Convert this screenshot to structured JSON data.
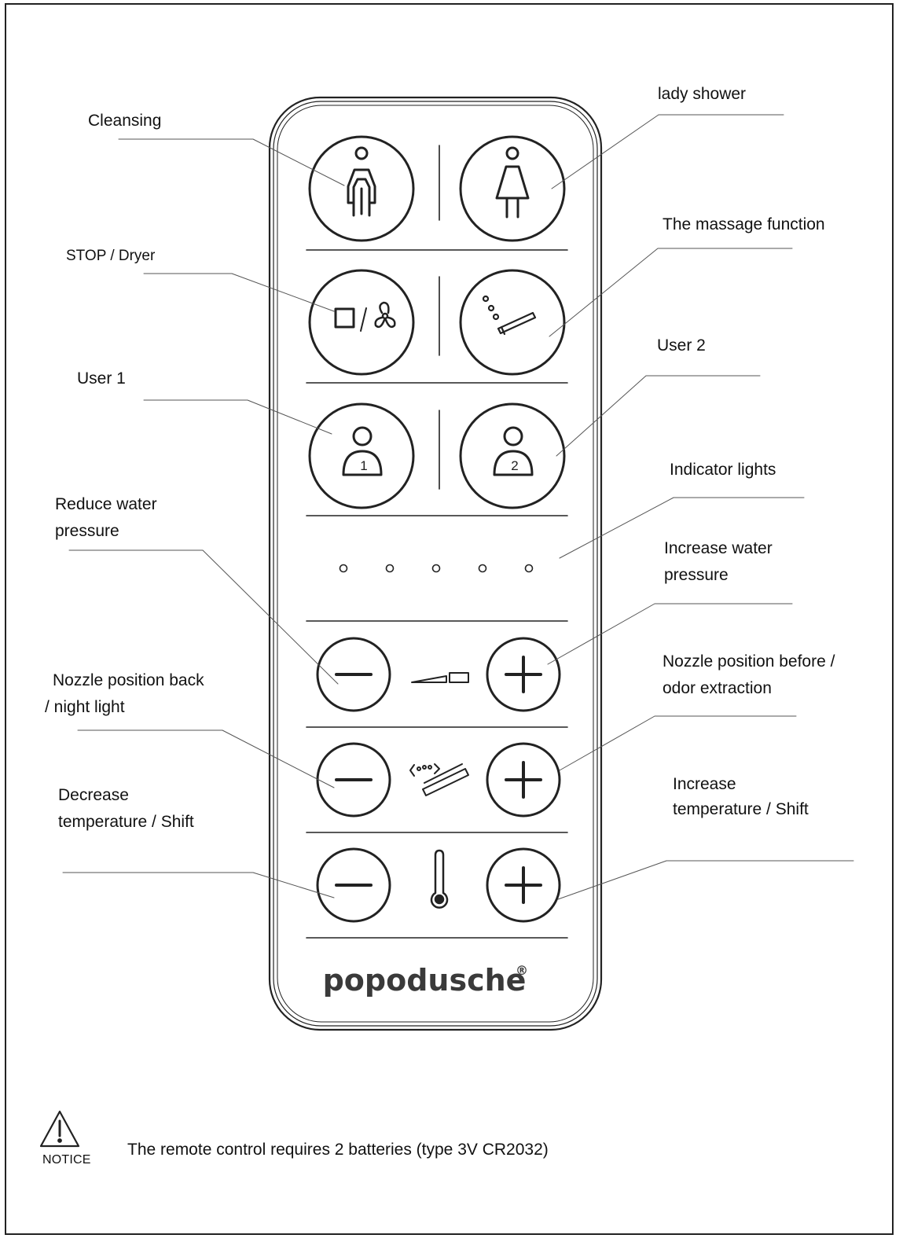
{
  "labels": {
    "cleansing": "Cleansing",
    "lady_shower": "lady shower",
    "stop_dryer": "STOP / Dryer",
    "massage": "The massage function",
    "user1": "User 1",
    "user2": "User 2",
    "indicator": "Indicator lights",
    "reduce_pressure_1": "Reduce water",
    "reduce_pressure_2": "pressure",
    "increase_pressure_1": "Increase water",
    "increase_pressure_2": "pressure",
    "nozzle_back_1": "Nozzle position back",
    "nozzle_back_2": "/ night light",
    "nozzle_before_1": "Nozzle position before /",
    "nozzle_before_2": "odor extraction",
    "decrease_temp_1": "Decrease",
    "decrease_temp_2": "temperature /  Shift",
    "increase_temp_1": "Increase",
    "increase_temp_2": "temperature /  Shift"
  },
  "buttons": {
    "user1_number": "1",
    "user2_number": "2"
  },
  "brand": {
    "name": "popodusche",
    "mark": "®"
  },
  "notice": {
    "word": "NOTICE",
    "text": "The remote control requires 2 batteries (type 3V CR2032)"
  },
  "indicator_light_count": 5
}
